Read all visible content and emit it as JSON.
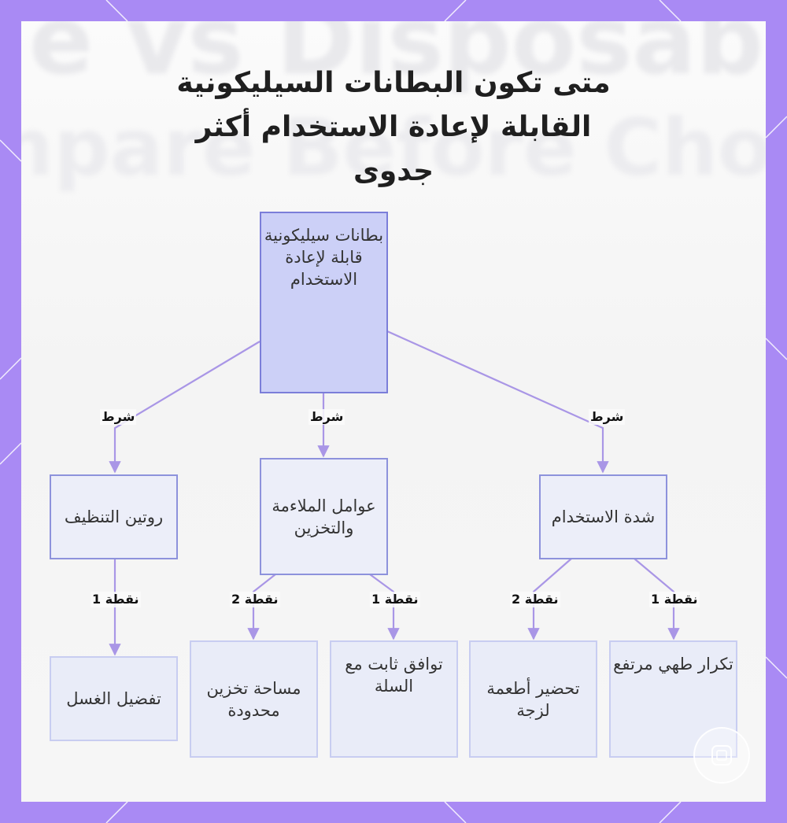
{
  "title": "متى تكون البطانات السيليكونية القابلة لإعادة الاستخدام أكثر جدوى",
  "colors": {
    "frame": "#a98af4",
    "edge": "#a996e6",
    "root_fill": "#ccd0f7",
    "node_fill": "#eceef9",
    "leaf_fill": "#e9ecf8"
  },
  "nodes": {
    "root": "بطانات سيليكونية قابلة لإعادة الاستخدام",
    "usage": "شدة الاستخدام",
    "fit": "عوامل الملاءمة والتخزين",
    "cleaning": "روتين التنظيف",
    "frequent": "تكرار طهي مرتفع",
    "sticky": "تحضير أطعمة لزجة",
    "basket": "توافق ثابت مع السلة",
    "storage": "مساحة تخزين محدودة",
    "washing": "تفضيل الغسل"
  },
  "edge_labels": {
    "condition": "شرط",
    "point1": "نقطة 1",
    "point2": "نقطة 2"
  }
}
